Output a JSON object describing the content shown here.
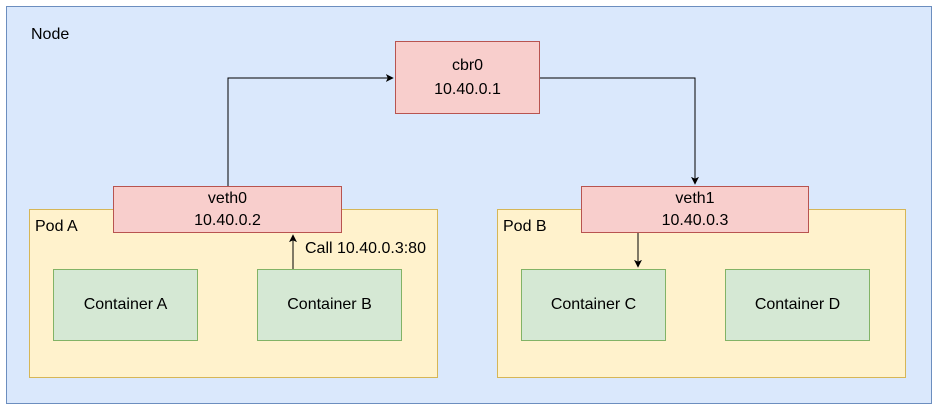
{
  "node": {
    "label": "Node"
  },
  "cbr0": {
    "name": "cbr0",
    "ip": "10.40.0.1"
  },
  "pods": [
    {
      "label": "Pod A",
      "veth": {
        "name": "veth0",
        "ip": "10.40.0.2"
      },
      "containers": [
        "Container A",
        "Container B"
      ]
    },
    {
      "label": "Pod B",
      "veth": {
        "name": "veth1",
        "ip": "10.40.0.3"
      },
      "containers": [
        "Container C",
        "Container D"
      ]
    }
  ],
  "call_label": "Call 10.40.0.3:80",
  "colors": {
    "node_fill": "#dae8fc",
    "node_stroke": "#6c8ebf",
    "pod_fill": "#fff2cc",
    "pod_stroke": "#d6b656",
    "iface_fill": "#f8cecc",
    "iface_stroke": "#b85450",
    "container_fill": "#d5e8d4",
    "container_stroke": "#82b366"
  }
}
